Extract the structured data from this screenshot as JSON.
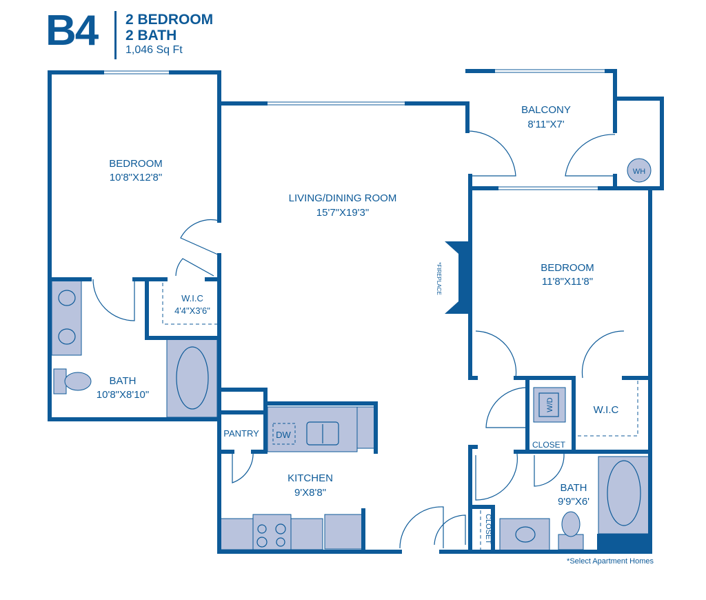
{
  "header": {
    "unit_code": "B4",
    "line1": "2 BEDROOM",
    "line2": "2 BATH",
    "sqft": "1,046 Sq Ft"
  },
  "rooms": {
    "bedroom1": {
      "name": "BEDROOM",
      "size": "10'8\"X12'8\""
    },
    "living": {
      "name": "LIVING/DINING ROOM",
      "size": "15'7\"X19'3\""
    },
    "balcony": {
      "name": "BALCONY",
      "size": "8'11\"X7'"
    },
    "bedroom2": {
      "name": "BEDROOM",
      "size": "11'8\"X11'8\""
    },
    "wic1": {
      "name": "W.I.C",
      "size": "4'4\"X3'6\""
    },
    "bath1": {
      "name": "BATH",
      "size": "10'8\"X8'10\""
    },
    "kitchen": {
      "name": "KITCHEN",
      "size": "9'X8'8\""
    },
    "bath2": {
      "name": "BATH",
      "size": "9'9\"X6'"
    },
    "wic2": {
      "name": "W.I.C"
    }
  },
  "labels": {
    "pantry": "PANTRY",
    "dw": "DW",
    "wh": "WH",
    "wd": "W/D",
    "closet1": "CLOSET",
    "closet2": "CLOSET",
    "fireplace": "*FIREPLACE"
  },
  "footnote": "*Select Apartment Homes",
  "colors": {
    "primary": "#0d5a98",
    "fixture": "#b9c3dd"
  }
}
